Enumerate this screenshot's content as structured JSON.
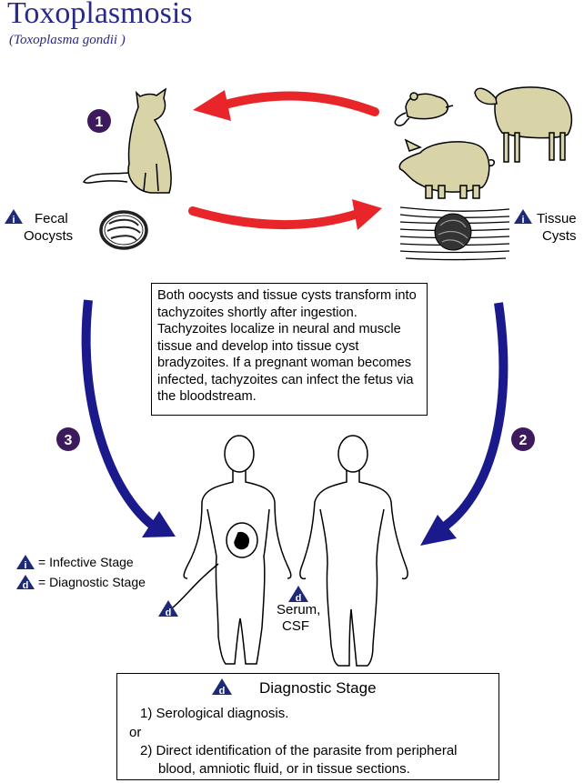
{
  "title": "Toxoplasmosis",
  "subtitle": "(Toxoplasma gondii )",
  "steps": [
    "1",
    "2",
    "3"
  ],
  "labels": {
    "fecal_line1": "Fecal",
    "fecal_line2": "Oocysts",
    "tissue_line1": "Tissue",
    "tissue_line2": "Cysts",
    "serum_line1": "Serum,",
    "serum_line2": "CSF"
  },
  "description": "Both oocysts and tissue cysts transform into tachyzoites shortly after ingestion. Tachyzoites localize in neural and muscle tissue and develop into tissue cyst bradyzoites. If a pregnant woman becomes infected, tachyzoites can infect the fetus via the bloodstream.",
  "legend": {
    "i_symbol": "i",
    "d_symbol": "d",
    "infective": "= Infective Stage",
    "diagnostic": "= Diagnostic Stage"
  },
  "diagnostic_box": {
    "title": "Diagnostic Stage",
    "item1": "1) Serological diagnosis.",
    "or": "or",
    "item2_line1": "2) Direct identification of the parasite from peripheral",
    "item2_line2": "blood, amniotic fluid, or in tissue sections."
  },
  "colors": {
    "title": "#2a2a8a",
    "red_arrow": "#e8262a",
    "blue_arrow": "#1a1a8c",
    "step_circle": "#3d1a5c",
    "stage_triangle": "#1e2a78",
    "animal_fill": "#d8d4a8"
  },
  "icons": [
    "cat-icon",
    "mouse-icon",
    "sheep-icon",
    "pig-icon",
    "oocyst-icon",
    "tissue-cyst-icon",
    "human-figure-icon"
  ]
}
